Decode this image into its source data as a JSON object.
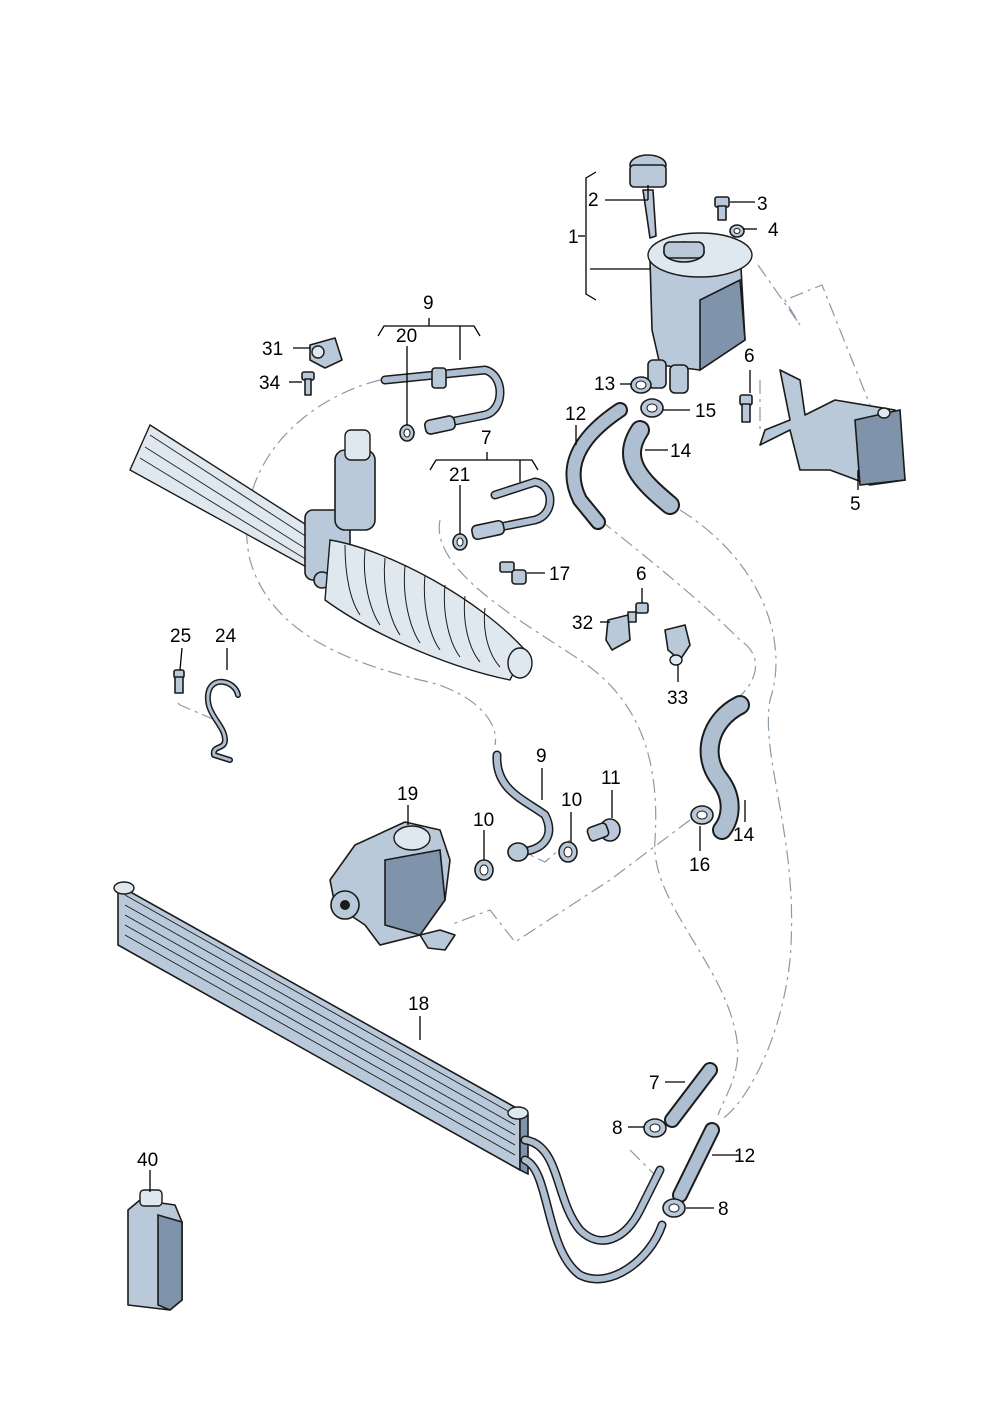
{
  "callouts": [
    {
      "id": "c1",
      "label": "1"
    },
    {
      "id": "c2",
      "label": "2"
    },
    {
      "id": "c3",
      "label": "3"
    },
    {
      "id": "c4",
      "label": "4"
    },
    {
      "id": "c5",
      "label": "5"
    },
    {
      "id": "c6a",
      "label": "6"
    },
    {
      "id": "c6b",
      "label": "6"
    },
    {
      "id": "c7a",
      "label": "7"
    },
    {
      "id": "c7b",
      "label": "7"
    },
    {
      "id": "c8a",
      "label": "8"
    },
    {
      "id": "c8b",
      "label": "8"
    },
    {
      "id": "c9a",
      "label": "9"
    },
    {
      "id": "c9b",
      "label": "9"
    },
    {
      "id": "c10a",
      "label": "10"
    },
    {
      "id": "c10b",
      "label": "10"
    },
    {
      "id": "c11",
      "label": "11"
    },
    {
      "id": "c12a",
      "label": "12"
    },
    {
      "id": "c12b",
      "label": "12"
    },
    {
      "id": "c13",
      "label": "13"
    },
    {
      "id": "c14a",
      "label": "14"
    },
    {
      "id": "c14b",
      "label": "14"
    },
    {
      "id": "c15",
      "label": "15"
    },
    {
      "id": "c16",
      "label": "16"
    },
    {
      "id": "c17",
      "label": "17"
    },
    {
      "id": "c18",
      "label": "18"
    },
    {
      "id": "c19",
      "label": "19"
    },
    {
      "id": "c20",
      "label": "20"
    },
    {
      "id": "c21",
      "label": "21"
    },
    {
      "id": "c24",
      "label": "24"
    },
    {
      "id": "c25",
      "label": "25"
    },
    {
      "id": "c31",
      "label": "31"
    },
    {
      "id": "c32",
      "label": "32"
    },
    {
      "id": "c33",
      "label": "33"
    },
    {
      "id": "c34",
      "label": "34"
    },
    {
      "id": "c40",
      "label": "40"
    }
  ]
}
